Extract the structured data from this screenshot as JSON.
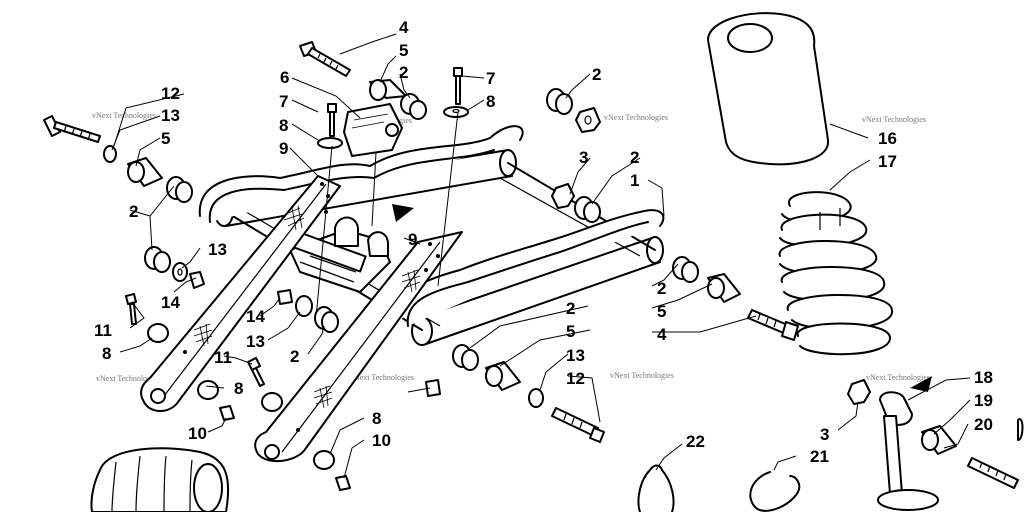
{
  "watermark": "vNext Technologies",
  "callouts": [
    "1",
    "2",
    "3",
    "4",
    "5",
    "6",
    "7",
    "8",
    "9",
    "10",
    "11",
    "12",
    "13",
    "14",
    "16",
    "17",
    "18",
    "19",
    "20",
    "21",
    "22"
  ],
  "labels": [
    {
      "id": "c4a",
      "text": "4"
    },
    {
      "id": "c5a",
      "text": "5"
    },
    {
      "id": "c2a",
      "text": "2"
    },
    {
      "id": "c6",
      "text": "6"
    },
    {
      "id": "c7a",
      "text": "7"
    },
    {
      "id": "c8a",
      "text": "8"
    },
    {
      "id": "c7b",
      "text": "7"
    },
    {
      "id": "c8b",
      "text": "8"
    },
    {
      "id": "c2b",
      "text": "2"
    },
    {
      "id": "c12a",
      "text": "12"
    },
    {
      "id": "c13a",
      "text": "13"
    },
    {
      "id": "c5b",
      "text": "5"
    },
    {
      "id": "c9a",
      "text": "9"
    },
    {
      "id": "c3a",
      "text": "3"
    },
    {
      "id": "c2c",
      "text": "2"
    },
    {
      "id": "c1",
      "text": "1"
    },
    {
      "id": "c16",
      "text": "16"
    },
    {
      "id": "c17",
      "text": "17"
    },
    {
      "id": "c2d",
      "text": "2"
    },
    {
      "id": "c13b",
      "text": "13"
    },
    {
      "id": "c9b",
      "text": "9"
    },
    {
      "id": "c14a",
      "text": "14"
    },
    {
      "id": "c11a",
      "text": "11"
    },
    {
      "id": "c8c",
      "text": "8"
    },
    {
      "id": "c14b",
      "text": "14"
    },
    {
      "id": "c13c",
      "text": "13"
    },
    {
      "id": "c2e",
      "text": "2"
    },
    {
      "id": "c2f",
      "text": "2"
    },
    {
      "id": "c5c",
      "text": "5"
    },
    {
      "id": "c13d",
      "text": "13"
    },
    {
      "id": "c12b",
      "text": "12"
    },
    {
      "id": "c2g",
      "text": "2"
    },
    {
      "id": "c5d",
      "text": "5"
    },
    {
      "id": "c4b",
      "text": "4"
    },
    {
      "id": "c11b",
      "text": "11"
    },
    {
      "id": "c8d",
      "text": "8"
    },
    {
      "id": "c10a",
      "text": "10"
    },
    {
      "id": "c8e",
      "text": "8"
    },
    {
      "id": "c10b",
      "text": "10"
    },
    {
      "id": "c22",
      "text": "22"
    },
    {
      "id": "c21",
      "text": "21"
    },
    {
      "id": "c3b",
      "text": "3"
    },
    {
      "id": "c18",
      "text": "18"
    },
    {
      "id": "c19",
      "text": "19"
    },
    {
      "id": "c20",
      "text": "20"
    }
  ]
}
